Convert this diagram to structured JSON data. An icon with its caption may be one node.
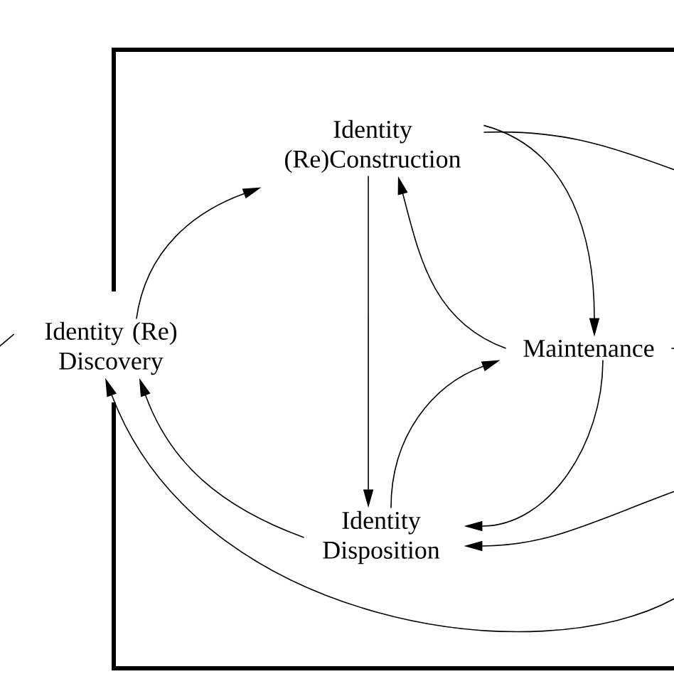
{
  "diagram": {
    "nodes": [
      {
        "text": [
          "Identity (Re)Construction"
        ]
      },
      {
        "text": [
          "Identity (Re) Discovery"
        ]
      },
      {
        "text": [
          "Maintenance"
        ]
      },
      {
        "text": [
          "Identity Disposition"
        ]
      }
    ],
    "edges": [
      {
        "from": 1,
        "to": 0,
        "arrow": "to"
      },
      {
        "from": 0,
        "to": 2,
        "arrow": "to"
      },
      {
        "from": 2,
        "to": 0,
        "arrow": "to"
      },
      {
        "from": 0,
        "to": 3,
        "arrow": "to"
      },
      {
        "from": 3,
        "to": 2,
        "arrow": "to"
      },
      {
        "from": 2,
        "to": 3,
        "arrow": "to"
      },
      {
        "from": 3,
        "to": 1,
        "arrow": "to"
      },
      {
        "from": null,
        "to": 3,
        "arrow": "to"
      },
      {
        "from": null,
        "to": 1,
        "arrow": "to"
      },
      {
        "from": 0,
        "to": null,
        "arrow": "none"
      },
      {
        "from": 2,
        "to": null,
        "arrow": "none"
      },
      {
        "from": null,
        "to": 1,
        "arrow": "none"
      }
    ]
  }
}
